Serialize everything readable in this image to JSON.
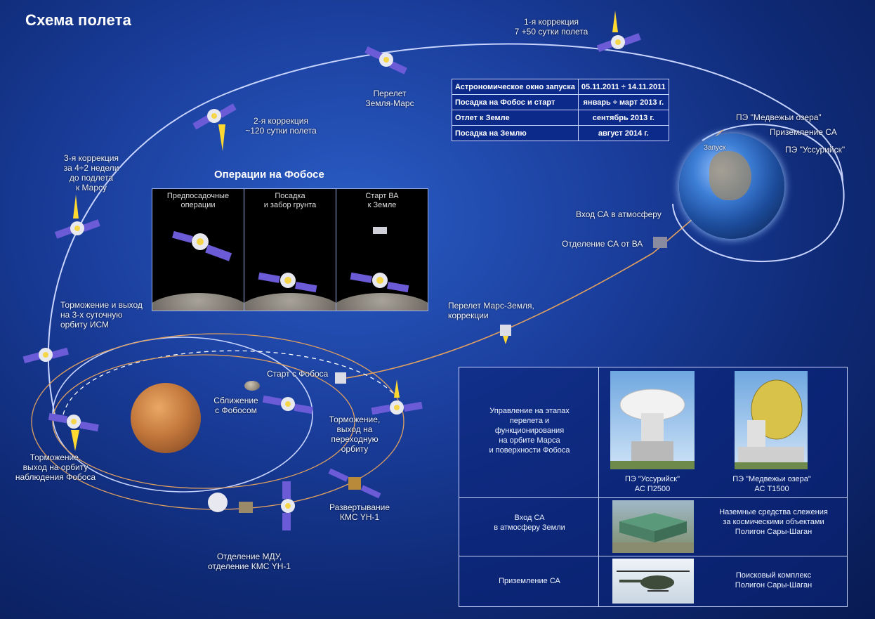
{
  "title": "Схема полета",
  "colors": {
    "bg": "#1b3f9e",
    "orbit": "#c8d4ff",
    "trajectory": "#e0a060",
    "panel": "#0c2a8a"
  },
  "labels": {
    "corr1": [
      "1-я коррекция",
      "7 +50 сутки полета"
    ],
    "flight_em": [
      "Перелет",
      "Земля-Марс"
    ],
    "corr2": [
      "2-я коррекция",
      "~120 сутки полета"
    ],
    "corr3": [
      "3-я коррекция",
      "за 4÷2 недели",
      "до подлета",
      "к Марсу"
    ],
    "braking_ism": [
      "Торможение и выход",
      "на 3-х суточную",
      "орбиту ИСМ"
    ],
    "braking_phobos": [
      "Торможение,",
      "выход на орбиту",
      "наблюдения Фобоса"
    ],
    "approach": [
      "Сближение",
      "с Фобосом"
    ],
    "start_phobos": "Старт с Фобоса",
    "braking_transfer": [
      "Торможение,",
      "выход на",
      "переходную",
      "орбиту"
    ],
    "deploy": [
      "Развертывание",
      "КМС YH-1"
    ],
    "separation_mdu": [
      "Отделение МДУ,",
      "отделение КМС YH-1"
    ],
    "flight_me": [
      "Перелет Марс-Земля,",
      "коррекции"
    ],
    "entry_sa": "Вход СА в атмосферу",
    "separation_sa": "Отделение СА от ВА",
    "pe_medv": "ПЭ \"Медвежьи озера\"",
    "landing_sa": "Приземление СА",
    "pe_uss": "ПЭ \"Уссурийск\"",
    "launch": "Запуск"
  },
  "schedule": [
    {
      "k": "Астрономическое окно запуска",
      "v": "05.11.2011 ÷ 14.11.2011"
    },
    {
      "k": "Посадка на Фобос и старт",
      "v": "январь ÷ март 2013 г."
    },
    {
      "k": "Отлет к Земле",
      "v": "сентябрь 2013 г."
    },
    {
      "k": "Посадка на Землю",
      "v": "август 2014 г."
    }
  ],
  "phobos_ops": {
    "title": "Операции на Фобосе",
    "cells": [
      [
        "Предпосадочные",
        "операции"
      ],
      [
        "Посадка",
        "и забор грунта"
      ],
      [
        "Старт ВА",
        "к Земле"
      ]
    ]
  },
  "ground": {
    "row1_left": [
      "Управление на этапах",
      "перелета и",
      "функционирования",
      "на орбите Марса",
      "и поверхности Фобоса"
    ],
    "ant1": [
      "ПЭ \"Уссурийск\"",
      "АС П2500"
    ],
    "ant2": [
      "ПЭ \"Медвежьи озера\"",
      "АС Т1500"
    ],
    "row2_left": [
      "Вход СА",
      "в атмосферу Земли"
    ],
    "row2_right": [
      "Наземные средства слежения",
      "за космическими объектами",
      "Полигон Сары-Шаган"
    ],
    "row3_left": "Приземление СА",
    "row3_right": [
      "Поисковый комплекс",
      "Полигон Сары-Шаган"
    ]
  }
}
